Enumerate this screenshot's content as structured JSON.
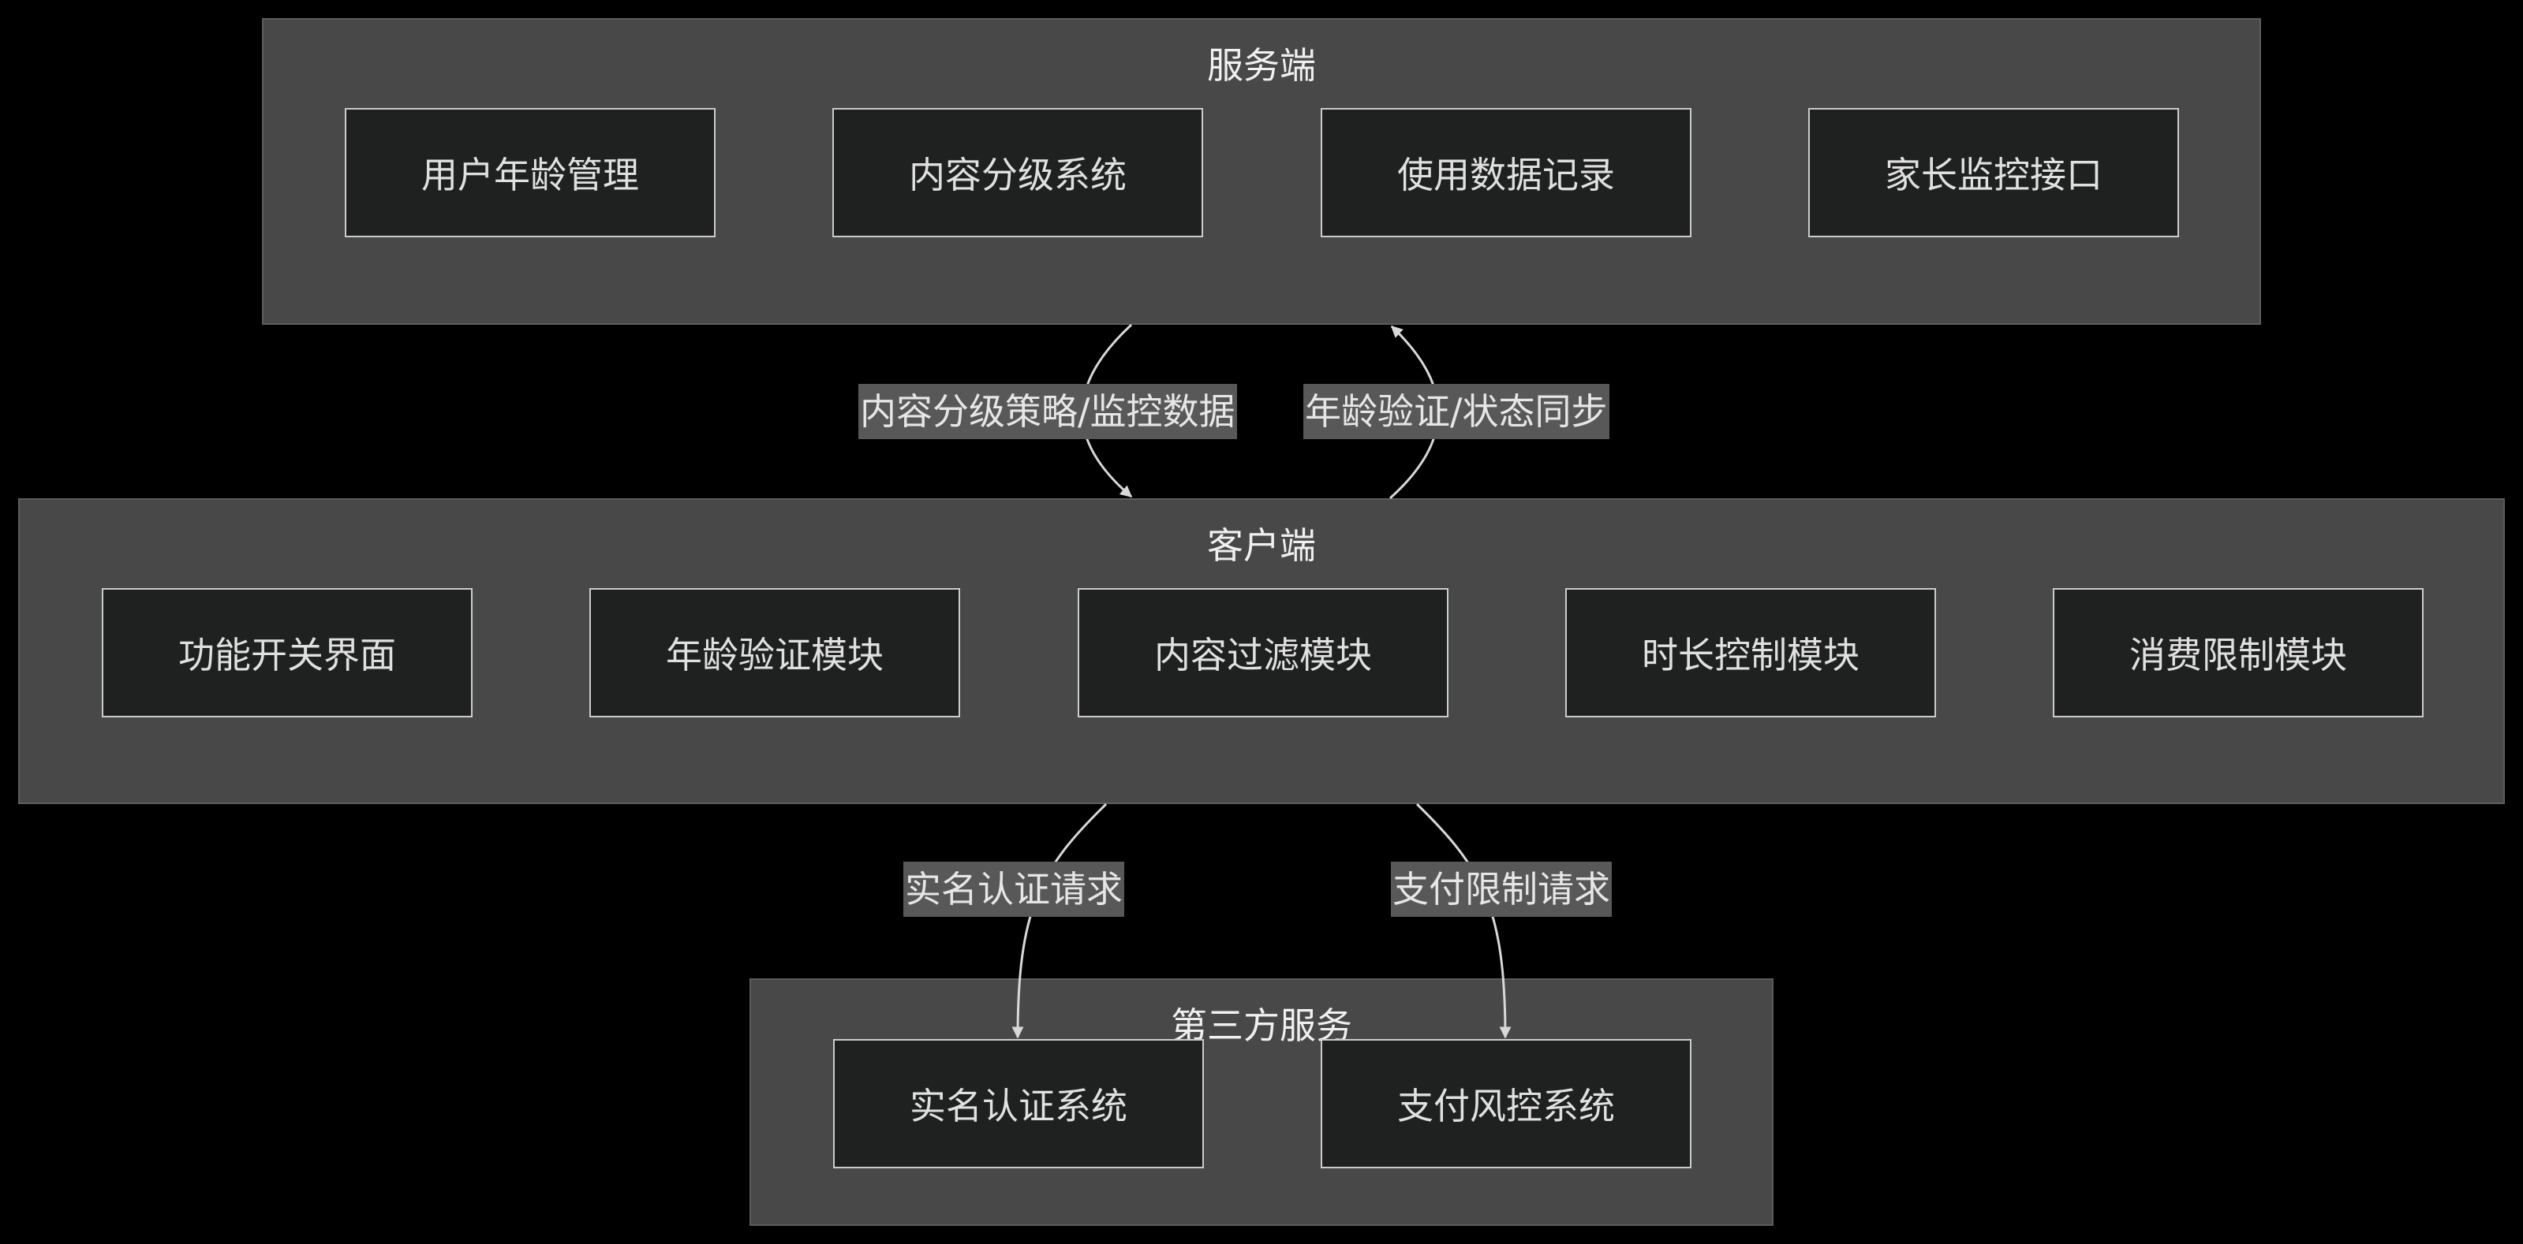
{
  "groups": {
    "server": {
      "title": "服务端",
      "nodes": [
        "用户年龄管理",
        "内容分级系统",
        "使用数据记录",
        "家长监控接口"
      ]
    },
    "client": {
      "title": "客户端",
      "nodes": [
        "功能开关界面",
        "年龄验证模块",
        "内容过滤模块",
        "时长控制模块",
        "消费限制模块"
      ]
    },
    "third_party": {
      "title": "第三方服务",
      "nodes": [
        "实名认证系统",
        "支付风控系统"
      ]
    }
  },
  "edges": {
    "server_to_client": "内容分级策略/监控数据",
    "client_to_server": "年龄验证/状态同步",
    "client_to_realname": "实名认证请求",
    "client_to_payment": "支付限制请求"
  },
  "colors": {
    "background": "#000000",
    "group_fill": "#484848",
    "node_fill": "#1f2020",
    "node_border": "#cccccc",
    "edge": "#d8d8d8"
  }
}
